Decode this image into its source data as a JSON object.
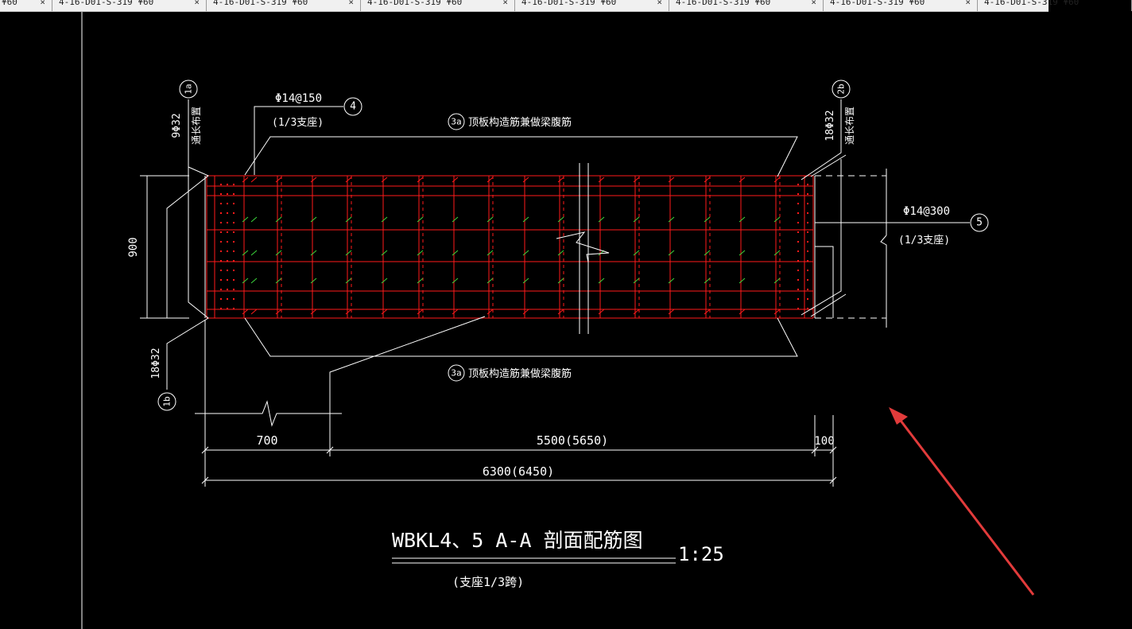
{
  "tabs": [
    {
      "label": "¥60"
    },
    {
      "label": "4-16-D01-S-319 ¥60"
    },
    {
      "label": "4-16-D01-S-319 ¥60"
    },
    {
      "label": "4-16-D01-S-319 ¥60"
    },
    {
      "label": "4-16-D01-S-319 ¥60"
    },
    {
      "label": "4-16-D01-S-319 ¥60"
    },
    {
      "label": "4-16-D01-S-319 ¥60"
    },
    {
      "label": "4-16-D01-S-319 ¥60"
    }
  ],
  "tab_close_glyph": "×",
  "drawing": {
    "left_bar": {
      "callout": "1a",
      "spec": "9Φ32",
      "note": "通长布置"
    },
    "left_bottom": {
      "callout": "1b",
      "spec": "18Φ32"
    },
    "right_bar": {
      "callout": "2b",
      "spec": "18Φ32",
      "note": "通长布置"
    },
    "stirrup_top": {
      "spec": "Φ14@150",
      "note": "(1/3支座)",
      "callout": "4"
    },
    "stirrup_right": {
      "spec": "Φ14@300",
      "note": "(1/3支座)",
      "callout": "5"
    },
    "top_label": {
      "callout": "3a",
      "text": "顶板构造筋兼做梁腹筋"
    },
    "bottom_label": {
      "callout": "3a",
      "text": "顶板构造筋兼做梁腹筋"
    },
    "height_dim": "900",
    "dim_700": "700",
    "dim_5500": "5500(5650)",
    "dim_100": "100",
    "dim_total": "6300(6450)",
    "title": "WBKL4、5 A-A 剖面配筋图",
    "scale": "1:25",
    "subtitle": "(支座1/3跨)"
  },
  "colors": {
    "background": "#000000",
    "lines": "#ffffff",
    "rebar": "#ff1a1a",
    "tie_marks": "#3cd83c",
    "annotation_arrow": "#e23b3b"
  }
}
